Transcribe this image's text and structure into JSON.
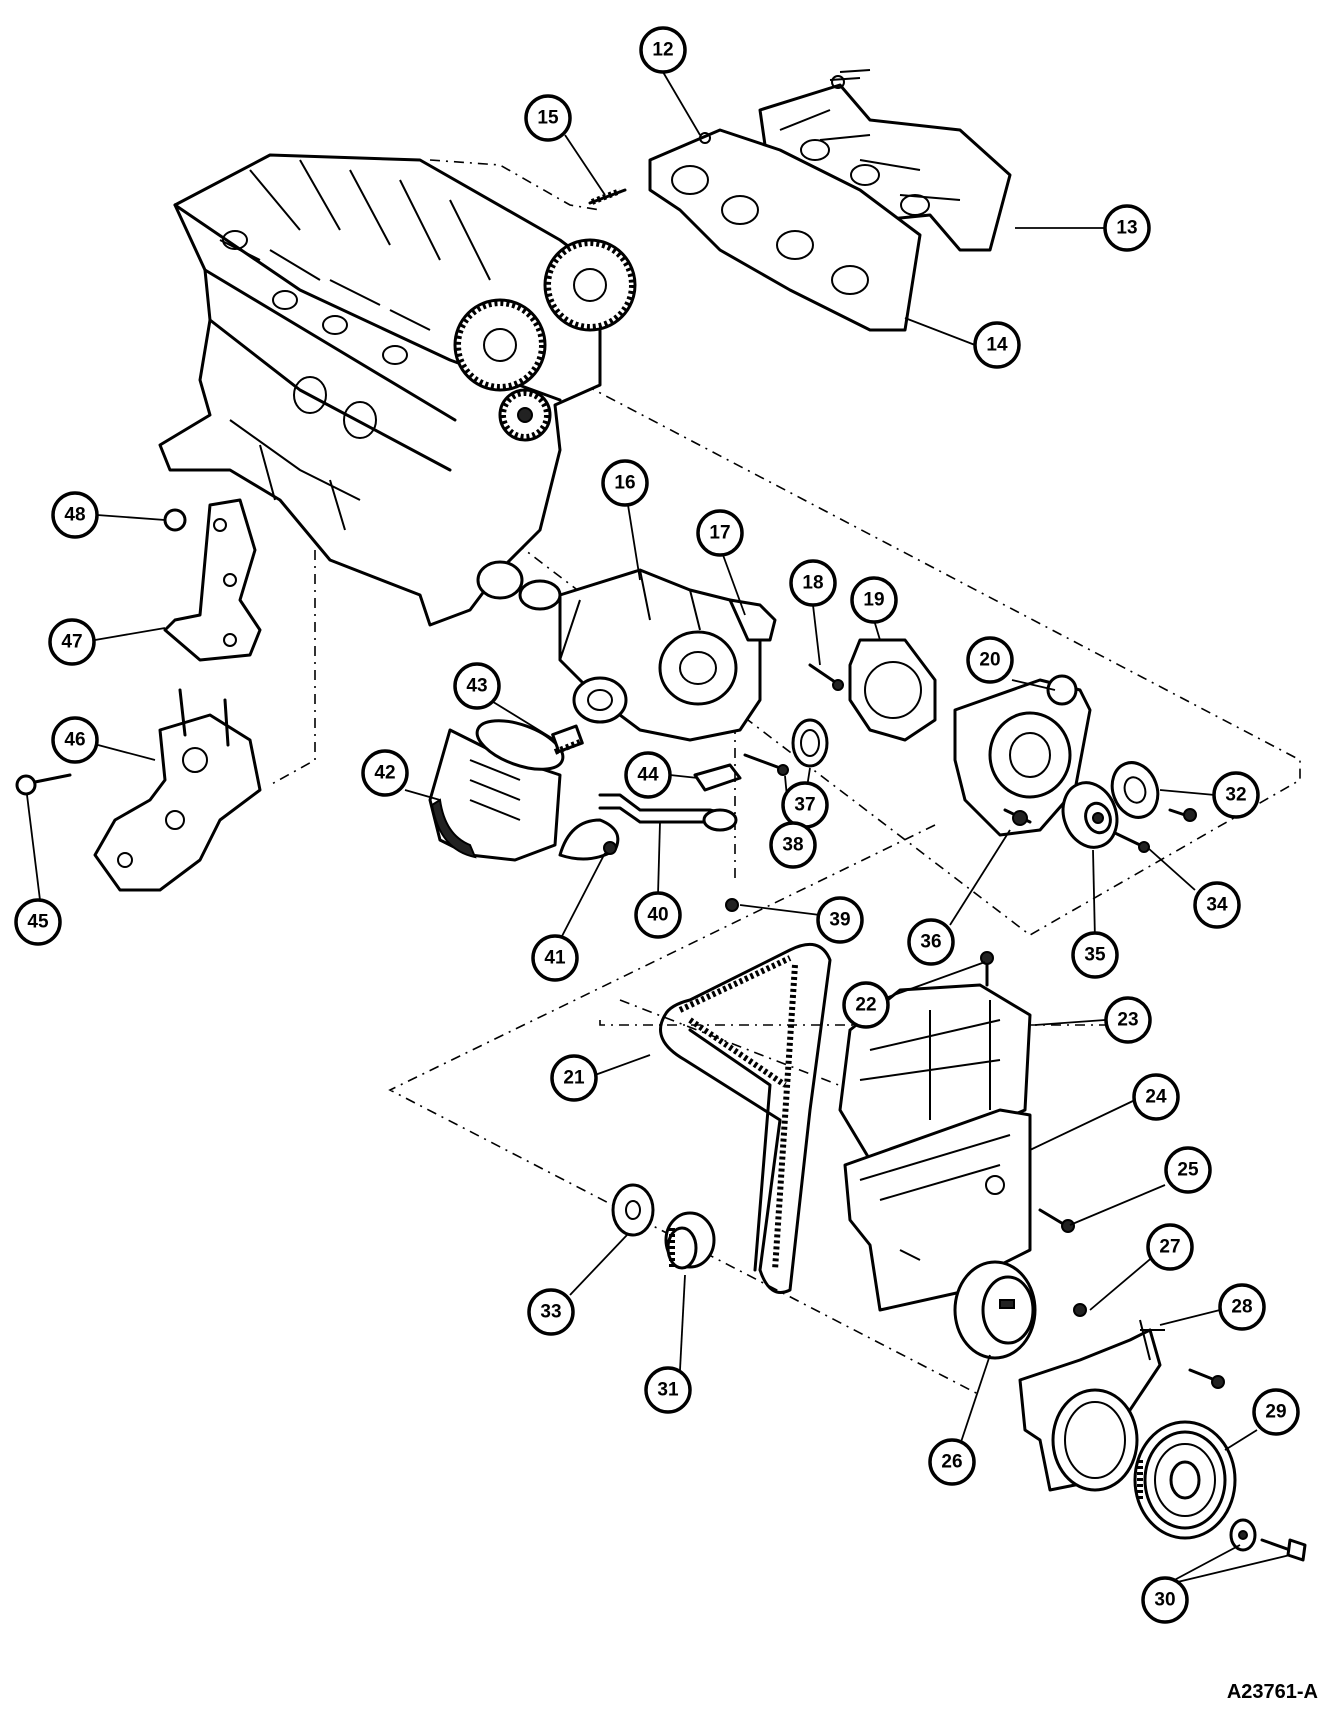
{
  "reference_code": "A23761-A",
  "callouts": [
    "12",
    "13",
    "14",
    "15",
    "16",
    "17",
    "18",
    "19",
    "20",
    "21",
    "22",
    "23",
    "24",
    "25",
    "26",
    "27",
    "28",
    "29",
    "30",
    "31",
    "32",
    "33",
    "34",
    "35",
    "36",
    "37",
    "38",
    "39",
    "40",
    "41",
    "42",
    "43",
    "44",
    "45",
    "46",
    "47",
    "48"
  ]
}
